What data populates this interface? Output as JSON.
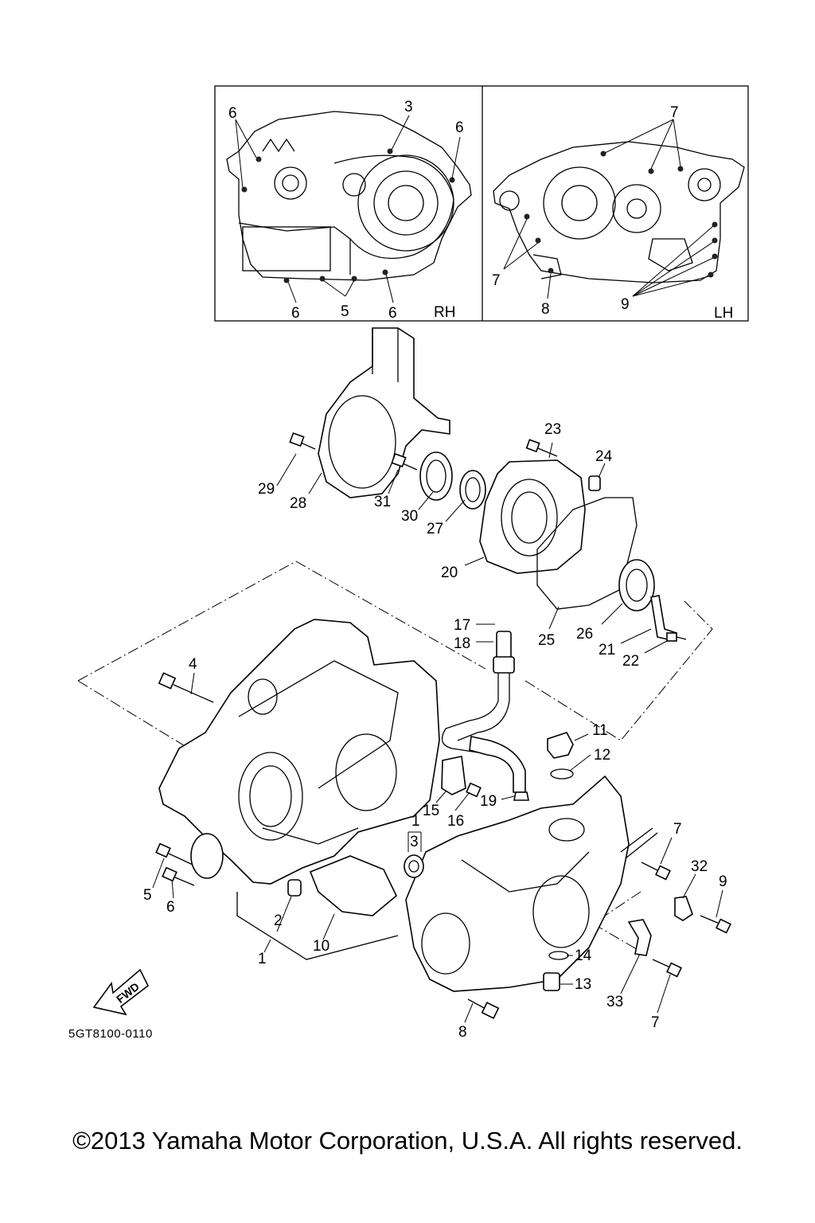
{
  "inset_panels": {
    "right_hand": {
      "tag": "RH",
      "callouts": [
        "6",
        "3",
        "6",
        "6",
        "5",
        "6"
      ]
    },
    "left_hand": {
      "tag": "LH",
      "callouts": [
        "7",
        "7",
        "8",
        "9"
      ]
    }
  },
  "callouts": {
    "c1": "1",
    "c2": "2",
    "c3": "3",
    "c4": "4",
    "c5": "5",
    "c6": "6",
    "c7": "7",
    "c8": "8",
    "c9": "9",
    "c10": "10",
    "c11": "11",
    "c12": "12",
    "c13": "13",
    "c14": "14",
    "c15": "15",
    "c16": "16",
    "c17": "17",
    "c18": "18",
    "c19": "19",
    "c20": "20",
    "c21": "21",
    "c22": "22",
    "c23": "23",
    "c24": "24",
    "c25": "25",
    "c26": "26",
    "c27": "27",
    "c28": "28",
    "c29": "29",
    "c30": "30",
    "c31": "31",
    "c32": "32",
    "c33": "33",
    "c1b": "1",
    "c3b": "3",
    "c7b": "7"
  },
  "fwd_label": "FWD",
  "drawing_code": "5GT8100-0110",
  "copyright": "©2013 Yamaha Motor Corporation, U.S.A. All rights reserved."
}
